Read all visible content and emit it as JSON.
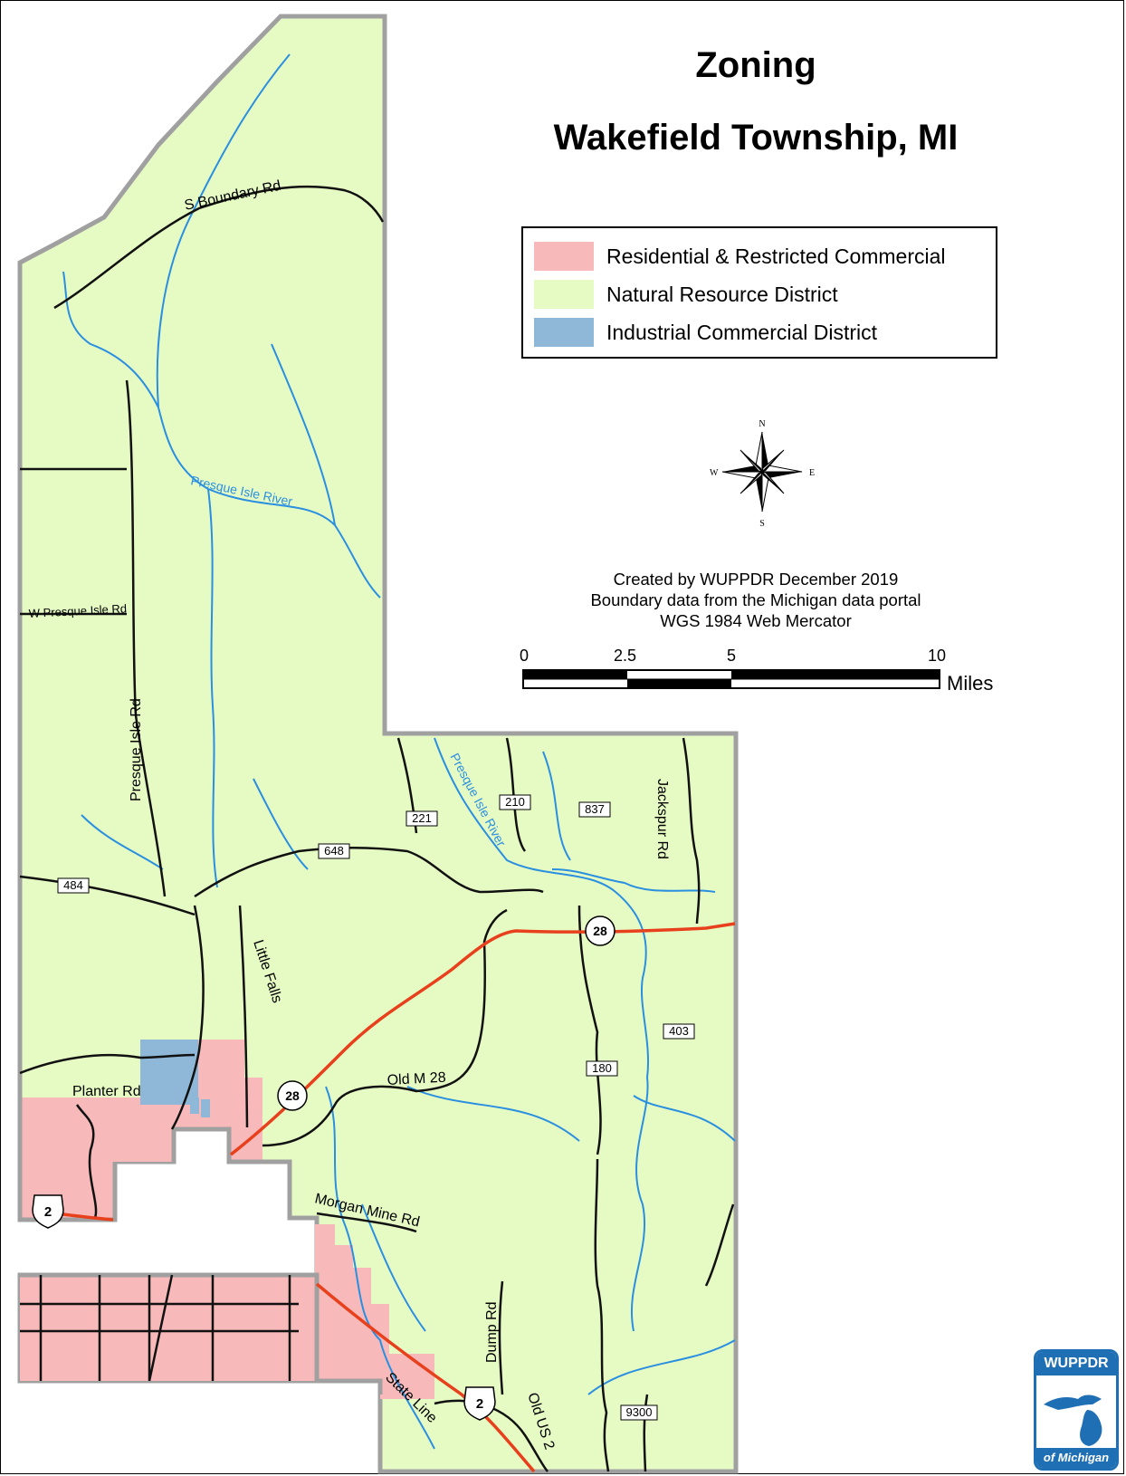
{
  "title": {
    "line1": "Zoning",
    "line2": "Wakefield Township, MI"
  },
  "legend": {
    "items": [
      {
        "label": "Residential & Restricted Commercial",
        "color": "#f7b9b9"
      },
      {
        "label": "Natural Resource District",
        "color": "#e6fbc4"
      },
      {
        "label": "Industrial Commercial District",
        "color": "#8fb8d8"
      }
    ]
  },
  "compass": {
    "n": "N",
    "s": "S",
    "e": "E",
    "w": "W"
  },
  "credits": {
    "line1": "Created by WUPPDR December 2019",
    "line2": "Boundary data from the Michigan data portal",
    "line3": "WGS 1984 Web Mercator"
  },
  "scalebar": {
    "ticks": [
      "0",
      "2.5",
      "5",
      "10"
    ],
    "unit": "Miles"
  },
  "road_labels": {
    "s_boundary_rd": "S Boundary Rd",
    "w_presque_isle_rd": "W Presque Isle Rd",
    "presque_isle_rd": "Presque Isle Rd",
    "little_falls": "Little Falls",
    "planter_rd": "Planter Rd",
    "old_m28": "Old M 28",
    "morgan_mine_rd": "Morgan Mine Rd",
    "dump_rd": "Dump Rd",
    "state_line": "State Line",
    "old_us2": "Old US 2",
    "jackspur_rd": "Jackspur Rd"
  },
  "river_labels": {
    "presque_isle_river_1": "Presque Isle River",
    "presque_isle_river_2": "Presque Isle River"
  },
  "route_shields": {
    "r484": "484",
    "r648": "648",
    "r221": "221",
    "r210": "210",
    "r837": "837",
    "r403": "403",
    "r180": "180",
    "r9300": "9300",
    "m28a": "28",
    "m28b": "28",
    "us2a": "2",
    "us2b": "2"
  },
  "logo": {
    "top": "WUPPDR",
    "bottom": "of Michigan"
  },
  "colors": {
    "natural": "#e6fbc4",
    "residential": "#f7b9b9",
    "industrial": "#8fb8d8",
    "border": "#a0a0a0",
    "road": "#111111",
    "highway": "#e8401c",
    "river": "#2a8fe0"
  }
}
